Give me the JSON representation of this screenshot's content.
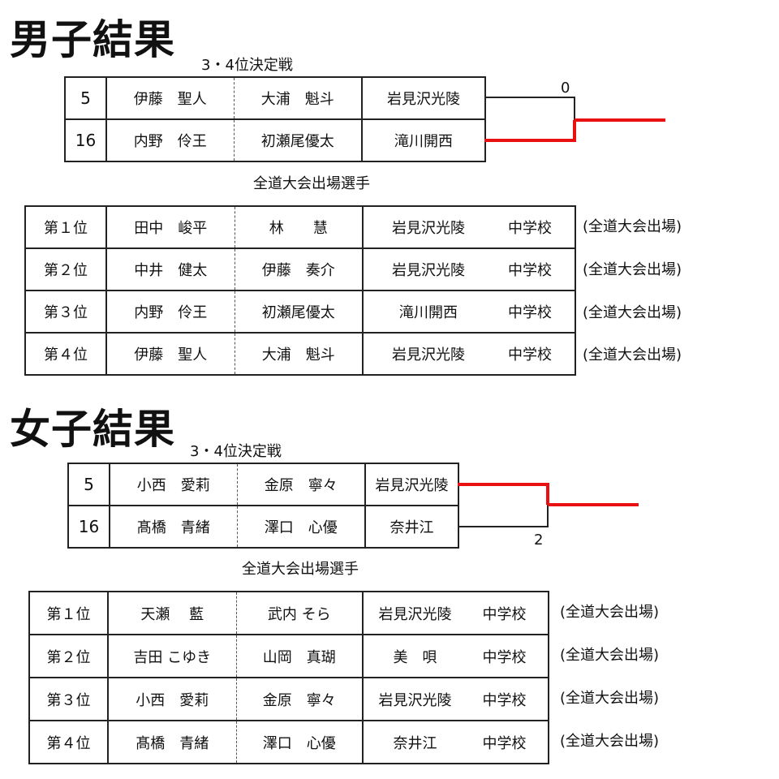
{
  "boys": {
    "heading": "男子結果",
    "match_caption": "3・4位決定戦",
    "match": [
      {
        "seed": "5",
        "player1": "伊藤　聖人",
        "player2": "大浦　魁斗",
        "school": "岩見沢光陵",
        "score": "0"
      },
      {
        "seed": "16",
        "player1": "内野　伶王",
        "player2": "初瀬尾優太",
        "school": "滝川開西",
        "score": ""
      }
    ],
    "winner_index": 1,
    "qualifiers_caption": "全道大会出場選手",
    "qualifiers": [
      {
        "rank": "第１位",
        "player1": "田中　峻平",
        "player2": "林　　慧",
        "school": "岩見沢光陵",
        "suffix": "中学校",
        "note": "(全道大会出場)"
      },
      {
        "rank": "第２位",
        "player1": "中井　健太",
        "player2": "伊藤　奏介",
        "school": "岩見沢光陵",
        "suffix": "中学校",
        "note": "(全道大会出場)"
      },
      {
        "rank": "第３位",
        "player1": "内野　伶王",
        "player2": "初瀬尾優太",
        "school": "滝川開西",
        "suffix": "中学校",
        "note": "(全道大会出場)"
      },
      {
        "rank": "第４位",
        "player1": "伊藤　聖人",
        "player2": "大浦　魁斗",
        "school": "岩見沢光陵",
        "suffix": "中学校",
        "note": "(全道大会出場)"
      }
    ]
  },
  "girls": {
    "heading": "女子結果",
    "match_caption": "3・4位決定戦",
    "match": [
      {
        "seed": "5",
        "player1": "小西　愛莉",
        "player2": "金原　寧々",
        "school": "岩見沢光陵",
        "score": ""
      },
      {
        "seed": "16",
        "player1": "髙橋　青緒",
        "player2": "澤口　心優",
        "school": "奈井江",
        "score": "2"
      }
    ],
    "winner_index": 0,
    "qualifiers_caption": "全道大会出場選手",
    "qualifiers": [
      {
        "rank": "第１位",
        "player1": "天瀬　 藍",
        "player2": "武内 そら",
        "school": "岩見沢光陵",
        "suffix": "中学校",
        "note": "(全道大会出場)"
      },
      {
        "rank": "第２位",
        "player1": "吉田 こゆき",
        "player2": "山岡　真瑚",
        "school": "美　唄",
        "suffix": "中学校",
        "note": "(全道大会出場)"
      },
      {
        "rank": "第３位",
        "player1": "小西　愛莉",
        "player2": "金原　寧々",
        "school": "岩見沢光陵",
        "suffix": "中学校",
        "note": "(全道大会出場)"
      },
      {
        "rank": "第４位",
        "player1": "髙橋　青緒",
        "player2": "澤口　心優",
        "school": "奈井江",
        "suffix": "中学校",
        "note": "(全道大会出場)"
      }
    ]
  },
  "colors": {
    "winner_line": "#e81010",
    "bracket_line": "#222222"
  }
}
